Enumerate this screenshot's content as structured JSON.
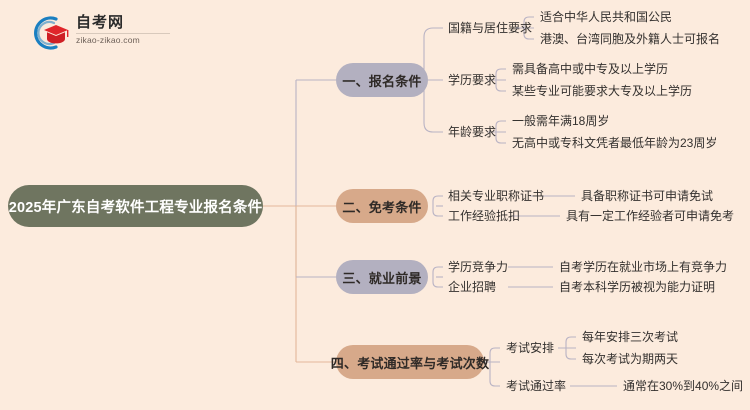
{
  "background_color": "#fcebdd",
  "logo": {
    "icon": "graduation-cap-logo",
    "title": "自考网",
    "subtitle": "zikao-zikao.com"
  },
  "root": {
    "label": "2025年广东自考软件工程专业报名条件",
    "color": "#6f7560",
    "text_color": "#ffffff"
  },
  "connector_colors": {
    "purple": "#b9b3c4",
    "tan": "#e3b79a"
  },
  "branches": [
    {
      "label": "一、报名条件",
      "color": "#b3b0c0",
      "wire_color": "#b9b3c4",
      "children": [
        {
          "label": "国籍与居住要求",
          "children": [
            {
              "label": "适合中华人民共和国公民"
            },
            {
              "label": "港澳、台湾同胞及外籍人士可报名"
            }
          ]
        },
        {
          "label": "学历要求",
          "children": [
            {
              "label": "需具备高中或中专及以上学历"
            },
            {
              "label": "某些专业可能要求大专及以上学历"
            }
          ]
        },
        {
          "label": "年龄要求",
          "children": [
            {
              "label": "一般需年满18周岁"
            },
            {
              "label": "无高中或专科文凭者最低年龄为23周岁"
            }
          ]
        }
      ]
    },
    {
      "label": "二、免考条件",
      "color": "#d7a98a",
      "wire_color": "#e3b79a",
      "children": [
        {
          "label": "相关专业职称证书",
          "children": [
            {
              "label": "具备职称证书可申请免试"
            }
          ]
        },
        {
          "label": "工作经验抵扣",
          "children": [
            {
              "label": "具有一定工作经验者可申请免考"
            }
          ]
        }
      ]
    },
    {
      "label": "三、就业前景",
      "color": "#b3b0c0",
      "wire_color": "#b9b3c4",
      "children": [
        {
          "label": "学历竞争力",
          "children": [
            {
              "label": "自考学历在就业市场上有竞争力"
            }
          ]
        },
        {
          "label": "企业招聘",
          "children": [
            {
              "label": "自考本科学历被视为能力证明"
            }
          ]
        }
      ]
    },
    {
      "label": "四、考试通过率与考试次数",
      "color": "#d7a98a",
      "wire_color": "#e3b79a",
      "children": [
        {
          "label": "考试安排",
          "children": [
            {
              "label": "每年安排三次考试"
            },
            {
              "label": "每次考试为期两天"
            }
          ]
        },
        {
          "label": "考试通过率",
          "children": [
            {
              "label": "通常在30%到40%之间"
            }
          ]
        }
      ]
    }
  ]
}
